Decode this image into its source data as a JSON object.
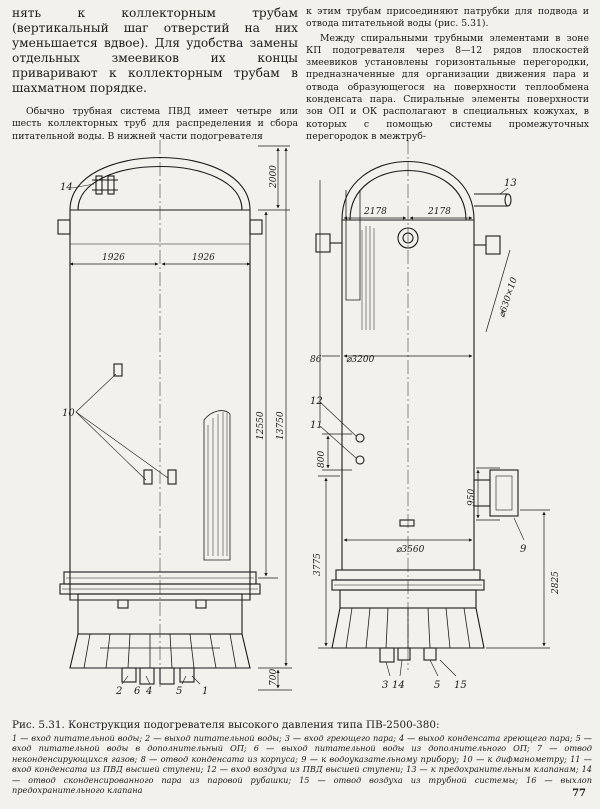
{
  "left_column": {
    "p1": "нять к коллекторным трубам (вертикальный шаг отверстий на них уменьшается вдвое). Для удобства замены отдельных змеевиков их концы приваривают к коллекторным трубам в шахматном порядке.",
    "p2": "Обычно трубная система ПВД имеет четыре или шесть коллекторных труб для распределения и сбора питательной воды. В нижней части подогревателя"
  },
  "right_column": {
    "p1": "к этим трубам присоединяют патрубки для подвода и отвода питательной воды (рис. 5.31).",
    "p2": "Между спиральными трубными элементами в зоне КП подогревателя через 8—12 рядов плоскостей змеевиков установлены горизонтальные перегородки, предназначенные для организации движения пара и отвода образующегося на поверхности теплообмена конденсата пара. Спиральные элементы поверхности зон ОП и ОК располагают в специальных кожухах, в которых с помощью системы промежуточных перегородок в межтруб-"
  },
  "figure": {
    "dims": {
      "d2000": "2000",
      "d1926a": "1926",
      "d1926b": "1926",
      "d12550": "12550",
      "d13750": "13750",
      "d700": "700",
      "d2178a": "2178",
      "d2178b": "2178",
      "d630": "⌀630×10",
      "d86": "86",
      "d3200": "⌀3200",
      "d800": "800",
      "d950": "950",
      "d3560": "⌀3560",
      "d3775": "3775",
      "d2825": "2825"
    },
    "labels": {
      "l14a": "14",
      "l10": "10",
      "l2": "2",
      "l6": "6",
      "l4": "4",
      "l5a": "5",
      "l1": "1",
      "l13": "13",
      "l12": "12",
      "l11": "11",
      "l9": "9",
      "l3": "3",
      "l14b": "14",
      "l5b": "5",
      "l15": "15"
    }
  },
  "caption": {
    "title": "Рис. 5.31. Конструкция подогревателя высокого давления типа ПВ-2500-380:",
    "legend": "1 — вход питательной воды; 2 — выход питательной воды; 3 — вход греющего пара; 4 — выход конденсата греющего пара; 5 — вход питательной воды в дополнительный ОП; 6 — выход питательной воды из дополнительного ОП; 7 — отвод неконденсирующихся газов; 8 — отвод конденсата из корпуса; 9 — к водоуказательному прибору; 10 — к дифманометру; 11 — вход конденсата из ПВД высшей ступени; 12 — вход воздуха из ПВД высшей ступени; 13 — к предохранительным клапанам; 14 — отвод сконденсированного пара из паровой рубашки; 15 — отвод воздуха из трубной системы; 16 — выхлоп предохранительного клапана"
  },
  "page_number": "77"
}
